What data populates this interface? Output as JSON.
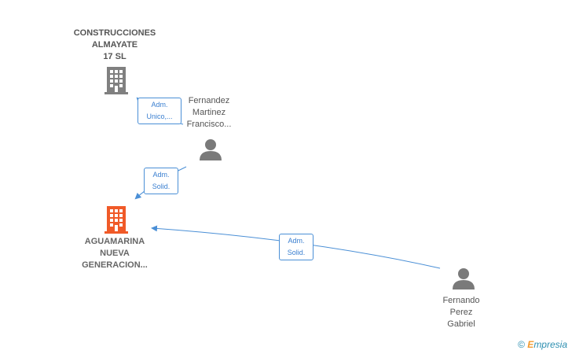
{
  "nodes": {
    "construcciones": {
      "lines": [
        "CONSTRUCCIONES",
        "ALMAYATE",
        "17 SL"
      ],
      "color": "#808080"
    },
    "fernandez": {
      "lines": [
        "Fernandez",
        "Martinez",
        "Francisco..."
      ]
    },
    "aguamarina": {
      "lines": [
        "AGUAMARINA",
        "NUEVA",
        "GENERACION..."
      ],
      "color": "#f05a28"
    },
    "fernando": {
      "lines": [
        "Fernando",
        "Perez",
        "Gabriel"
      ]
    }
  },
  "edges": [
    {
      "lines": [
        "Adm.",
        "Unico,..."
      ]
    },
    {
      "lines": [
        "Adm.",
        "Solid."
      ]
    },
    {
      "lines": [
        "Adm.",
        "Solid."
      ]
    }
  ],
  "footer": {
    "copyright": "©",
    "brand_first": "E",
    "brand_rest": "mpresia"
  },
  "colors": {
    "edge": "#4a8fd6",
    "person": "#7a7a7a"
  }
}
